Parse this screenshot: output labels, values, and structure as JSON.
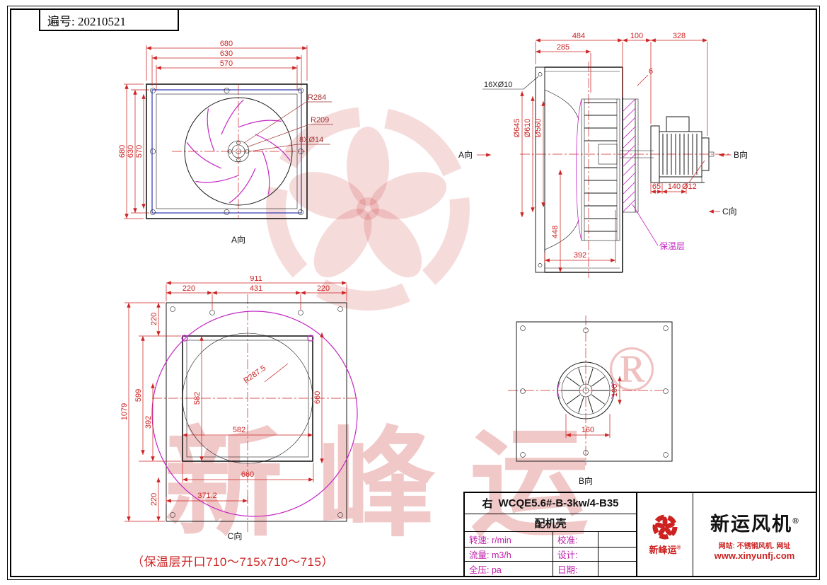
{
  "page": {
    "doc_number": "遍号: 20210521",
    "note": "（保温层开口710～715x710～715）"
  },
  "watermark": {
    "text": "新峰运",
    "registered": "®"
  },
  "view_front": {
    "top_dims": [
      "680",
      "630",
      "570"
    ],
    "left_dims": [
      "680",
      "630",
      "570"
    ],
    "r1": "R284",
    "r2": "R209",
    "holes": "8XØ14",
    "view_label": "A向"
  },
  "view_side": {
    "d484": "484",
    "d100": "100",
    "d328": "328",
    "d285": "285",
    "d6": "6",
    "holes": "16XØ10",
    "d645": "Ø645",
    "d610": "Ø610",
    "d560": "Ø560",
    "a_label": "A向",
    "b_label": "B向",
    "c_label": "C向",
    "d12": "Ø12",
    "d65": "65",
    "d140": "140",
    "d448": "448",
    "d392": "392",
    "insulation": "保温层"
  },
  "view_c": {
    "d911": "911",
    "seg_left": "220",
    "seg_mid": "431",
    "seg_right": "220",
    "top220": "220",
    "d1079": "1079",
    "d599": "599",
    "d392": "392",
    "bottom220": "220",
    "v582": "582",
    "h582": "582",
    "v660": "660",
    "h660": "660",
    "d3712": "371.2",
    "radius": "R287.5",
    "view_label": "C向"
  },
  "view_b": {
    "d160": "160",
    "d100": "100",
    "view_label": "B向"
  },
  "title_block": {
    "side": "右",
    "model": "WCQE5.6#-B-3kw/4-B35",
    "subtitle": "配机壳",
    "rows": [
      {
        "param": "转速: r/min",
        "meta": "校准:"
      },
      {
        "param": "流量: m3/h",
        "meta": "设计:"
      },
      {
        "param": "全压: pa",
        "meta": "日期:"
      }
    ]
  },
  "brand": {
    "logo_name": "新峰运",
    "logo_reg": "®",
    "company": "新运风机",
    "company_reg": "®",
    "website_line": "网站: 不锈钢风机. 网址",
    "url": "www.xinyunfj.com"
  }
}
